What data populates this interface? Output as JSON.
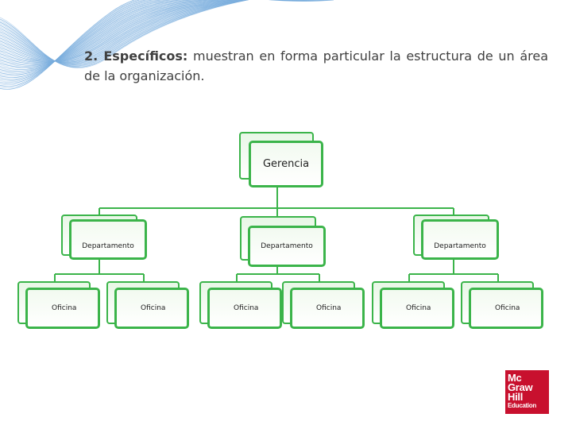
{
  "heading": {
    "number": "2. Específicos:",
    "text": " muestran en forma particular la estructura de un área de la organización."
  },
  "chart": {
    "root": {
      "label": "Gerencia"
    },
    "departments": [
      {
        "label": "Departamento",
        "offices": [
          "Oficina",
          "Oficina"
        ]
      },
      {
        "label": "Departamento",
        "offices": [
          "Oficina",
          "Oficina"
        ]
      },
      {
        "label": "Departamento",
        "offices": [
          "Oficina",
          "Oficina"
        ]
      }
    ],
    "line_color": "#3bb44a",
    "box_border_color": "#3bb44a"
  },
  "logo": {
    "line1": "Mc",
    "line2": "Graw",
    "line3": "Hill",
    "line4": "Education",
    "color": "#c8102e"
  }
}
